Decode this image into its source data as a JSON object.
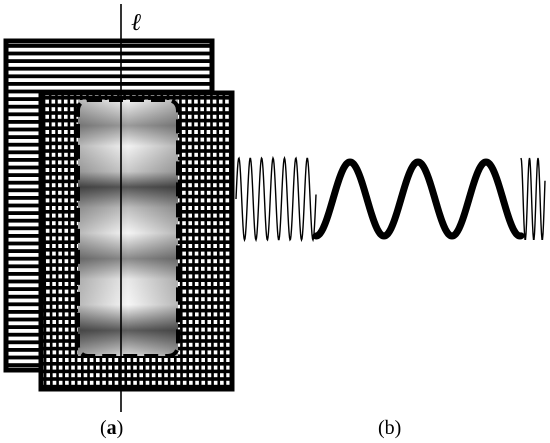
{
  "figure": {
    "line_label": "ℓ",
    "panel_a": {
      "open": "(",
      "letter": "a",
      "close": ")"
    },
    "panel_b": {
      "text": "(b)"
    }
  },
  "colors": {
    "ink": "#000000",
    "background": "#ffffff",
    "grating_light": "#ffffff",
    "moire_dark": "#4a4a4a",
    "moire_light": "#f2f2f2"
  }
}
